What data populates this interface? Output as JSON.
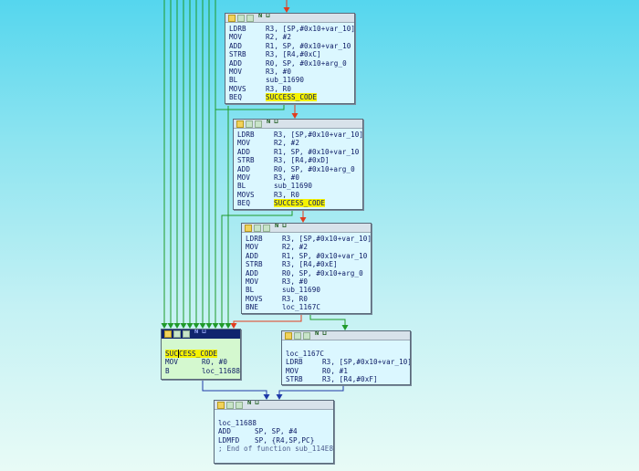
{
  "colors": {
    "edge_false": "#e23c1e",
    "edge_true": "#1f9a2a",
    "edge_uncond": "#1f3aa8",
    "node_bg": "#dbf7ff",
    "node_selected_bg": "#d4f8cf",
    "highlight": "#f5f200"
  },
  "nodes": [
    {
      "id": "block1",
      "lines": [
        {
          "mn": "LDRB",
          "op": "R3, [SP,#0x10+var_10]"
        },
        {
          "mn": "MOV",
          "op": "R2, #2"
        },
        {
          "mn": "ADD",
          "op": "R1, SP, #0x10+var_10"
        },
        {
          "mn": "STRB",
          "op": "R3, [R4,#0xC]"
        },
        {
          "mn": "ADD",
          "op": "R0, SP, #0x10+arg_0"
        },
        {
          "mn": "MOV",
          "op": "R3, #0"
        },
        {
          "mn": "BL",
          "op": "sub_11690"
        },
        {
          "mn": "MOVS",
          "op": "R3, R0"
        },
        {
          "mn": "BEQ",
          "op": "SUCCESS_CODE",
          "highlight": true
        }
      ]
    },
    {
      "id": "block2",
      "lines": [
        {
          "mn": "LDRB",
          "op": "R3, [SP,#0x10+var_10]"
        },
        {
          "mn": "MOV",
          "op": "R2, #2"
        },
        {
          "mn": "ADD",
          "op": "R1, SP, #0x10+var_10"
        },
        {
          "mn": "STRB",
          "op": "R3, [R4,#0xD]"
        },
        {
          "mn": "ADD",
          "op": "R0, SP, #0x10+arg_0"
        },
        {
          "mn": "MOV",
          "op": "R3, #0"
        },
        {
          "mn": "BL",
          "op": "sub_11690"
        },
        {
          "mn": "MOVS",
          "op": "R3, R0"
        },
        {
          "mn": "BEQ",
          "op": "SUCCESS_CODE",
          "highlight": true
        }
      ]
    },
    {
      "id": "block3",
      "lines": [
        {
          "mn": "LDRB",
          "op": "R3, [SP,#0x10+var_10]"
        },
        {
          "mn": "MOV",
          "op": "R2, #2"
        },
        {
          "mn": "ADD",
          "op": "R1, SP, #0x10+var_10"
        },
        {
          "mn": "STRB",
          "op": "R3, [R4,#0xE]"
        },
        {
          "mn": "ADD",
          "op": "R0, SP, #0x10+arg_0"
        },
        {
          "mn": "MOV",
          "op": "R3, #0"
        },
        {
          "mn": "BL",
          "op": "sub_11690"
        },
        {
          "mn": "MOVS",
          "op": "R3, R0"
        },
        {
          "mn": "BNE",
          "op": "loc_1167C"
        }
      ]
    },
    {
      "id": "success",
      "label_prefix": "SUC",
      "label_rest": "CESS_CODE",
      "lines": [
        {
          "mn": "MOV",
          "op": "R0, #0"
        },
        {
          "mn": "B",
          "op": "loc_11688"
        }
      ]
    },
    {
      "id": "loc_1167c",
      "label": "loc_1167C",
      "lines": [
        {
          "mn": "LDRB",
          "op": "R3, [SP,#0x10+var_10]"
        },
        {
          "mn": "MOV",
          "op": "R0, #1"
        },
        {
          "mn": "STRB",
          "op": "R3, [R4,#0xF]"
        }
      ]
    },
    {
      "id": "loc_11688",
      "label": "loc_11688",
      "lines": [
        {
          "mn": "ADD",
          "op": "SP, SP, #4"
        },
        {
          "mn": "LDMFD",
          "op": "SP, {R4,SP,PC}"
        }
      ],
      "comment": "; End of function sub_114E8"
    }
  ]
}
